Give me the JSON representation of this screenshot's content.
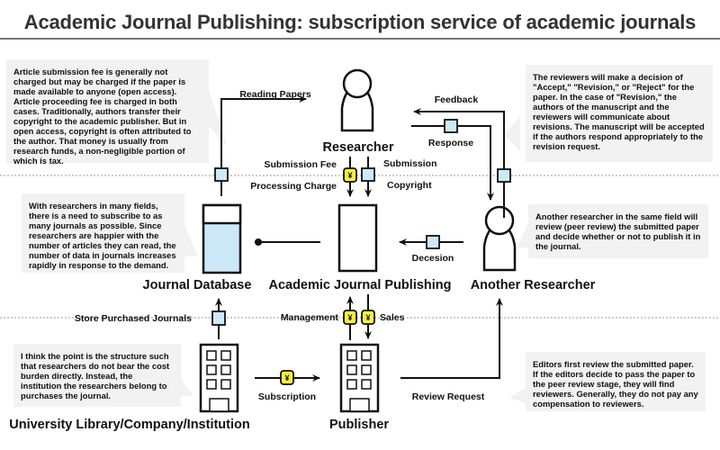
{
  "title": "Academic Journal Publishing: subscription service of academic journals",
  "nodes": {
    "researcher": "Researcher",
    "journal_database": "Journal Database",
    "academic_journal_publishing": "Academic Journal Publishing",
    "another_researcher": "Another Researcher",
    "institution": "University Library/Company/Institution",
    "publisher": "Publisher"
  },
  "flows": {
    "reading_papers": "Reading Papers",
    "feedback": "Feedback",
    "response": "Response",
    "submission_fee": "Submission Fee",
    "processing_charge": "Processing Charge",
    "submission": "Submission",
    "copyright": "Copyright",
    "decision": "Decesion",
    "store_purchased_journals": "Store Purchased Journals",
    "management": "Management",
    "sales": "Sales",
    "subscription": "Subscription",
    "review_request": "Review Request"
  },
  "icons": {
    "money": "¥",
    "money_color": "#f7f040",
    "document_color": "#cde9f8"
  },
  "notes": {
    "fees": "Article submission fee is generally not charged but may be charged if the paper is made available to anyone (open access). Article proceeding fee is charged in both cases. Traditionally, authors transfer their copyright to the academic publisher. But in open access, copyright is often attributed to the author. That money is usually from research funds, a non-negligible portion of which is tax.",
    "reviewers": "The reviewers will make a decision of \"Accept,\" \"Revision,\" or \"Reject\" for the paper. In the case of \"Revision,\" the authors of the manuscript and the reviewers will communicate about revisions. The manuscript will be accepted if the authors respond appropriately to the revision request.",
    "database": "With researchers in many fields, there is a need to subscribe to as many journals as possible. Since researchers are happier with the number of articles they can read, the number of data in journals increases rapidly in response to the demand.",
    "peer_review": "Another researcher in the same field will review (peer review) the submitted paper and decide whether or not to publish it in the journal.",
    "institution": "I think the point is the structure such that researchers do not bear the cost burden directly. Instead, the institution the researchers belong to purchases the journal.",
    "editors": "Editors first review the submitted paper. If the editors decide to pass the paper to the peer review stage, they will find reviewers. Generally, they do not pay any compensation to reviewers."
  }
}
